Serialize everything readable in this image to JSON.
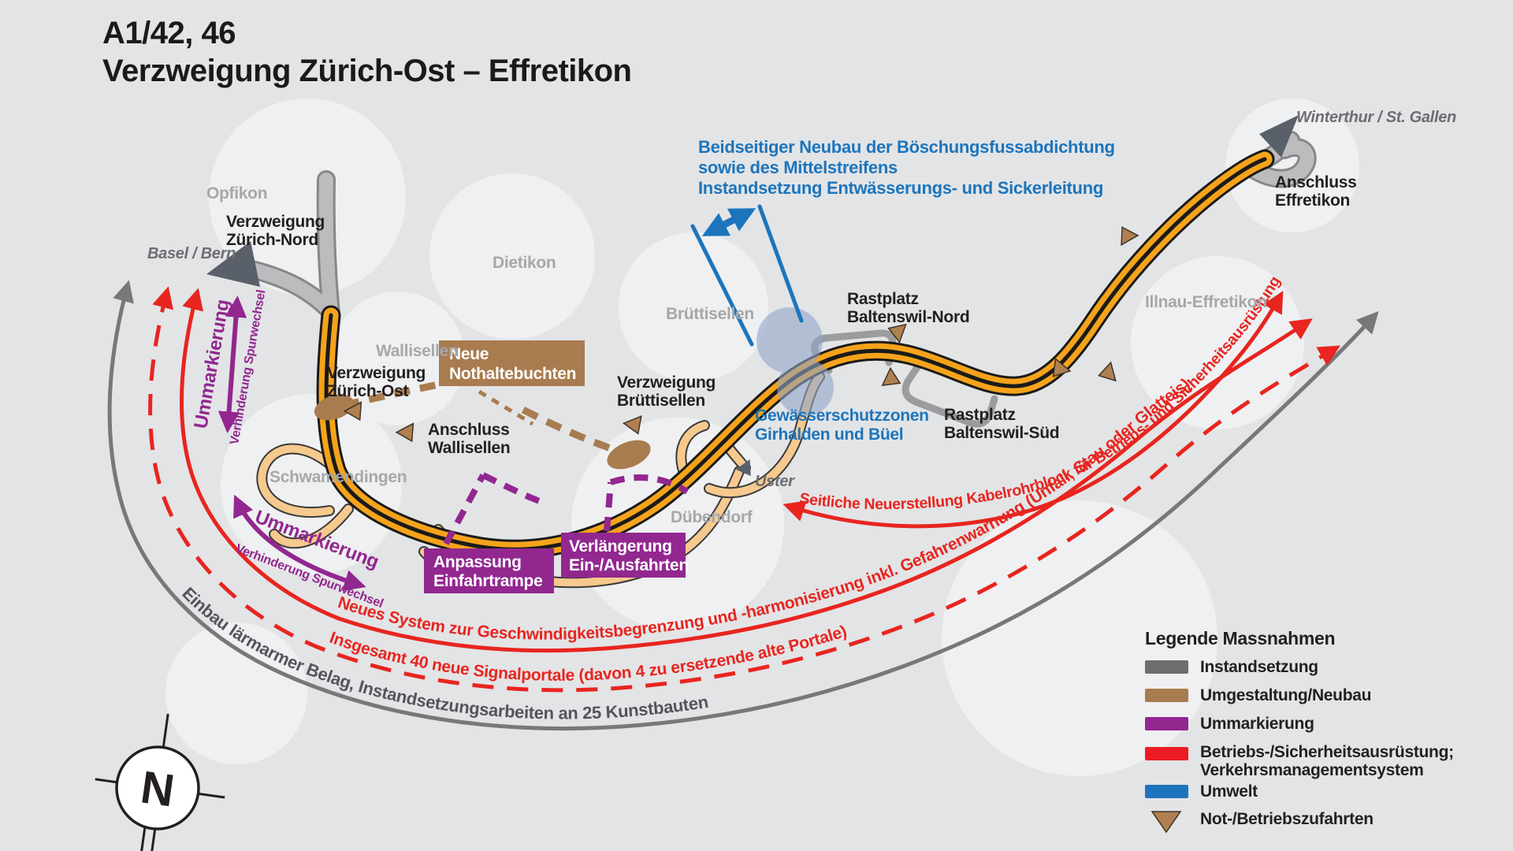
{
  "title": {
    "line1": "A1/42, 46",
    "line2": "Verzweigung Zürich-Ost – Effretikon"
  },
  "colors": {
    "background": "#e3e4e6",
    "highway_orange": "#f5a31b",
    "ramp_orange": "#f6c98e",
    "road_gray": "#bcbcbe",
    "measure_red": "#e8251f",
    "measure_purple": "#92278f",
    "measure_brown": "#a87c4f",
    "measure_blue": "#1c75bc",
    "measure_gray": "#77787a"
  },
  "places": {
    "opfikon": "Opfikon",
    "dietikon": "Dietikon",
    "wallisellen": "Wallisellen",
    "schwamendingen": "Schwamendingen",
    "bruettisellen": "Brüttisellen",
    "duebendorf": "Dübendorf",
    "illnau_effretikon": "Illnau-Effretikon"
  },
  "junctions": {
    "zuerich_nord": {
      "line1": "Verzweigung",
      "line2": "Zürich-Nord"
    },
    "zuerich_ost": {
      "line1": "Verzweigung",
      "line2": "Zürich-Ost"
    },
    "anschluss_wallisellen": {
      "line1": "Anschluss",
      "line2": "Wallisellen"
    },
    "bruettisellen": {
      "line1": "Verzweigung",
      "line2": "Brüttisellen"
    },
    "rastplatz_nord": {
      "line1": "Rastplatz",
      "line2": "Baltenswil-Nord"
    },
    "rastplatz_sued": {
      "line1": "Rastplatz",
      "line2": "Baltenswil-Süd"
    },
    "anschluss_effretikon": {
      "line1": "Anschluss",
      "line2": "Effretikon"
    }
  },
  "destinations": {
    "basel_bern": "Basel / Bern",
    "winterthur_stgallen": "Winterthur / St. Gallen",
    "uster": "Uster"
  },
  "notes": {
    "umwelt": {
      "line1": "Beidseitiger Neubau der Böschungsfussabdichtung",
      "line2": "sowie des Mittelstreifens",
      "line3": "Instandsetzung Entwässerungs- und Sickerleitung"
    },
    "gewaesserschutz": {
      "line1": "Gewässerschutzzonen",
      "line2": "Girhalden und Büel"
    }
  },
  "measures": {
    "boxes": {
      "nothaltebuchten": {
        "line1": "Neue",
        "line2": "Nothaltebuchten"
      },
      "anpassung": {
        "line1": "Anpassung",
        "line2": "Einfahrtrampe"
      },
      "verlaengerung": {
        "line1": "Verlängerung",
        "line2": "Ein-/Ausfahrten"
      }
    },
    "ummarkierung_left": {
      "title": "Ummarkierung",
      "subtitle": "Verhinderung Spurwechsel"
    },
    "ummarkierung_bottom": {
      "title": "Ummarkierung",
      "subtitle": "Verhinderung Spurwechsel"
    },
    "curved": {
      "seitliche": "Seitliche Neuerstellung Kabelrohrblock für Betriebs- und Sicherheitsausrüstung",
      "neues_system": "Neues System zur Geschwindigkeitsbegrenzung und -harmonisierung inkl. Gefahrenwarnung (Unfall, Stau oder Glatteis)",
      "signalportale": "Insgesamt 40 neue Signalportale (davon 4 zu ersetzende alte Portale)",
      "belag": "Einbau lärmarmer Belag, Instandsetzungsarbeiten an 25 Kunstbauten"
    }
  },
  "legend": {
    "title": "Legende Massnahmen",
    "items": [
      {
        "label": "Instandsetzung",
        "color": "#6d6e70"
      },
      {
        "label": "Umgestaltung/Neubau",
        "color": "#a87c4f"
      },
      {
        "label": "Ummarkierung",
        "color": "#92278f"
      },
      {
        "label": "Betriebs-/Sicherheitsausrüstung;",
        "label2": "Verkehrsmanagementsystem",
        "color": "#ed1c24"
      },
      {
        "label": "Umwelt",
        "color": "#1c75bc"
      },
      {
        "label": "Not-/Betriebszufahrten",
        "color": "#b08050"
      }
    ]
  },
  "compass": {
    "north_label": "N"
  }
}
